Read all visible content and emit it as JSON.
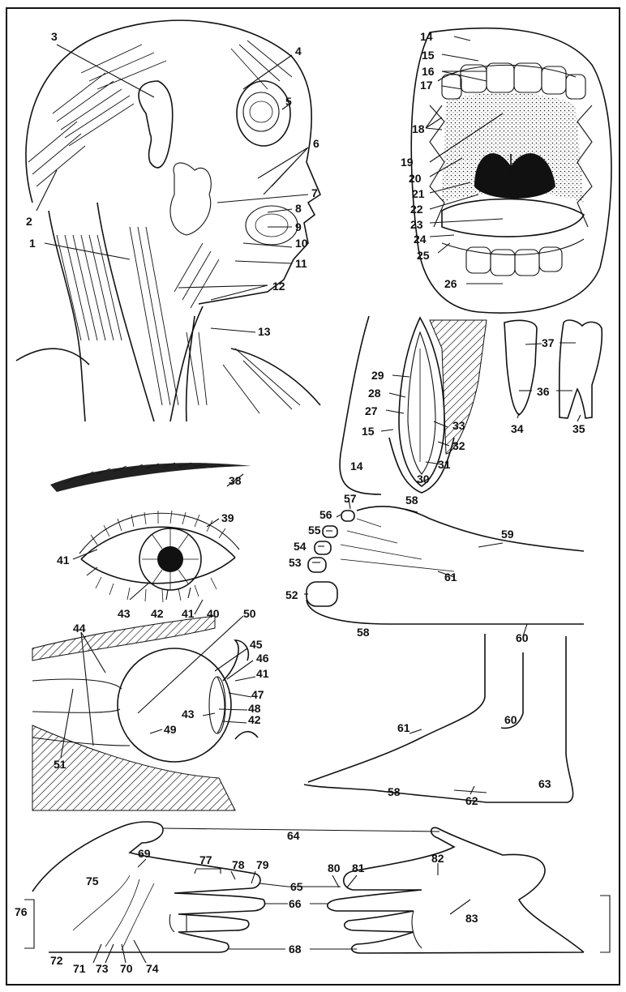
{
  "head": [
    "1",
    "2",
    "3",
    "4",
    "5",
    "6",
    "7",
    "8",
    "9",
    "10",
    "11",
    "12",
    "13"
  ],
  "mouth": [
    "14",
    "15",
    "16",
    "17",
    "18",
    "19",
    "20",
    "21",
    "22",
    "23",
    "24",
    "25",
    "26"
  ],
  "tooth_section": [
    "14",
    "15",
    "27",
    "28",
    "29",
    "30",
    "31",
    "32",
    "33"
  ],
  "teeth": [
    "34",
    "35",
    "36",
    "37"
  ],
  "eye": [
    "38",
    "39",
    "40",
    "41",
    "41",
    "42",
    "43"
  ],
  "eye_section": [
    "41",
    "42",
    "43",
    "44",
    "45",
    "46",
    "47",
    "48",
    "49",
    "50",
    "51"
  ],
  "foot_top": [
    "52",
    "53",
    "54",
    "55",
    "56",
    "57",
    "58",
    "58",
    "59",
    "60",
    "61"
  ],
  "foot_side": [
    "58",
    "60",
    "61",
    "62",
    "63"
  ],
  "hands": [
    "64",
    "65",
    "66",
    "68",
    "69",
    "70",
    "71",
    "72",
    "73",
    "74",
    "75",
    "76",
    "77",
    "78",
    "79",
    "80",
    "81",
    "82",
    "83"
  ]
}
